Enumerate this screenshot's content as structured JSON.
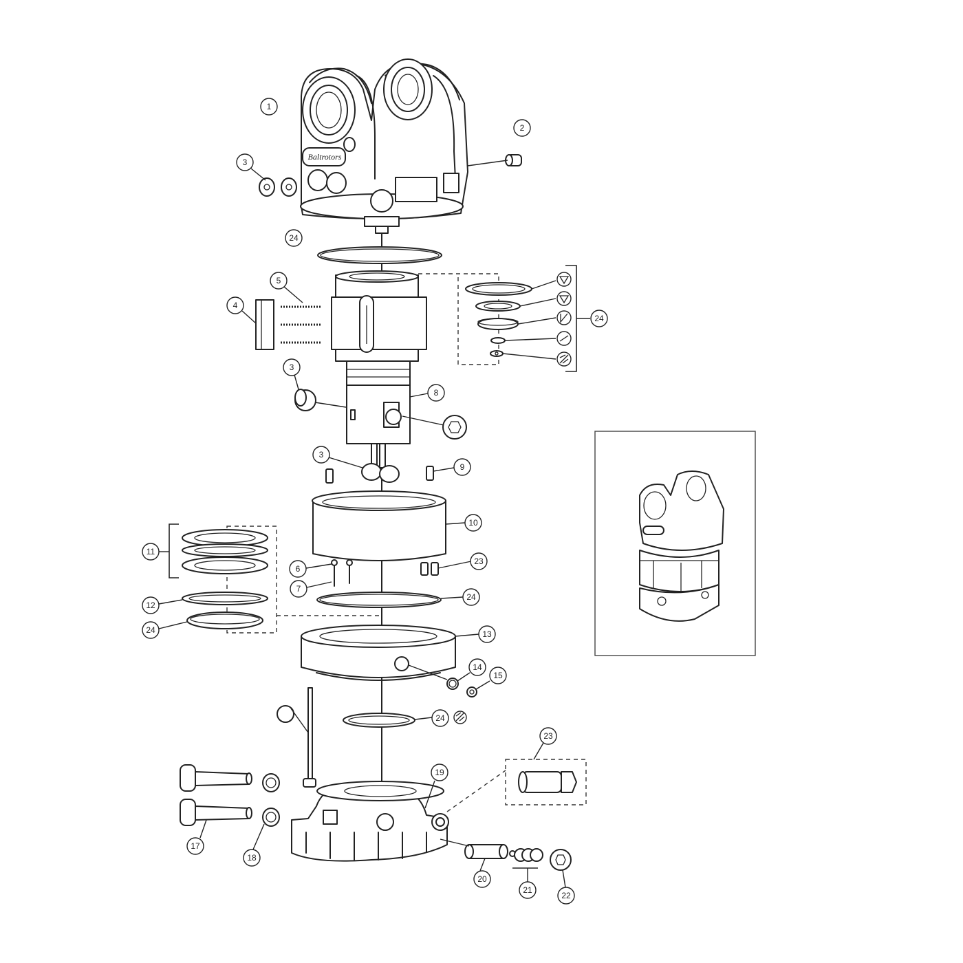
{
  "callouts": [
    {
      "id": "c1",
      "label": "1"
    },
    {
      "id": "c2",
      "label": "2"
    },
    {
      "id": "c3a",
      "label": "3"
    },
    {
      "id": "c24a",
      "label": "24"
    },
    {
      "id": "c5",
      "label": "5"
    },
    {
      "id": "c4",
      "label": "4"
    },
    {
      "id": "c24b",
      "label": "24"
    },
    {
      "id": "c3b",
      "label": "3"
    },
    {
      "id": "c8",
      "label": "8"
    },
    {
      "id": "c3c",
      "label": "3"
    },
    {
      "id": "c9",
      "label": "9"
    },
    {
      "id": "c10",
      "label": "10"
    },
    {
      "id": "c11",
      "label": "11"
    },
    {
      "id": "c6",
      "label": "6"
    },
    {
      "id": "c23a",
      "label": "23"
    },
    {
      "id": "c7",
      "label": "7"
    },
    {
      "id": "c24c",
      "label": "24"
    },
    {
      "id": "c12",
      "label": "12"
    },
    {
      "id": "c24d",
      "label": "24"
    },
    {
      "id": "c13",
      "label": "13"
    },
    {
      "id": "c14",
      "label": "14"
    },
    {
      "id": "c15",
      "label": "15"
    },
    {
      "id": "c24e",
      "label": "24"
    },
    {
      "id": "c23b",
      "label": "23"
    },
    {
      "id": "c19",
      "label": "19"
    },
    {
      "id": "c17",
      "label": "17"
    },
    {
      "id": "c18",
      "label": "18"
    },
    {
      "id": "c20",
      "label": "20"
    },
    {
      "id": "c21",
      "label": "21"
    },
    {
      "id": "c22",
      "label": "22"
    }
  ],
  "logo_text": "Baltrotors",
  "colors": {
    "line": "#222222",
    "background": "#ffffff",
    "inset_frame": "#444444"
  }
}
